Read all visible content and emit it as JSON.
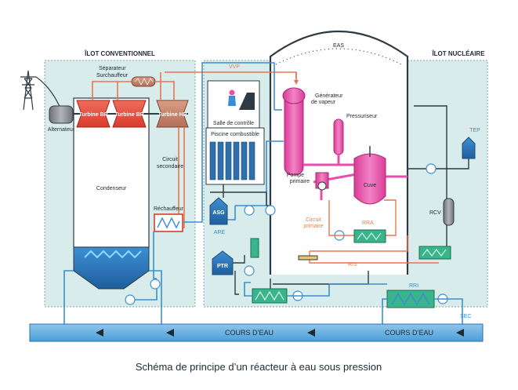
{
  "caption": "Schéma de principe d’un réacteur à eau sous pression",
  "zones": {
    "conventional": "ÎLOT CONVENTIONNEL",
    "nuclear": "ÎLOT NUCLÉAIRE"
  },
  "labels": {
    "separateur": "Séparateur",
    "surchauffeur": "Surchauffeur",
    "vvp": "VVP",
    "eas": "EAS",
    "alternateur": "Alternateur",
    "turbine_bp_1": "Turbine BP",
    "turbine_bp_2": "Turbine BP",
    "turbine_hp": "Turbine HP",
    "salle_controle": "Salle de contrôle",
    "piscine": "Piscine combustible",
    "circuit": "Circuit",
    "secondaire": "secondaire",
    "condenseur": "Condenseur",
    "rechauffeur": "Réchauffeur",
    "gen_1": "Générateur",
    "gen_2": "de vapeur",
    "pressuriseur": "Pressuriseur",
    "pompe_1": "Pompe",
    "pompe_2": "primaire",
    "cuve": "Cuve",
    "circuit_p1": "Circuit",
    "circuit_p2": "primaire",
    "rra": "RRA",
    "ris": "RIS",
    "tep": "TEP",
    "rcv": "RCV",
    "asg": "ASG",
    "are": "ARE",
    "ptr": "PTR",
    "rri": "RRI",
    "sec": "SEC",
    "river_left": "COURS D’EAU",
    "river_right": "COURS D’EAU"
  },
  "colors": {
    "zone_fill": "#d8ecec",
    "primary": "#e94faa",
    "secondary": "#ea7450",
    "cooling": "#3b8fd0",
    "heat_exchanger": "#38b58a",
    "dark_line": "#2f3a42"
  }
}
